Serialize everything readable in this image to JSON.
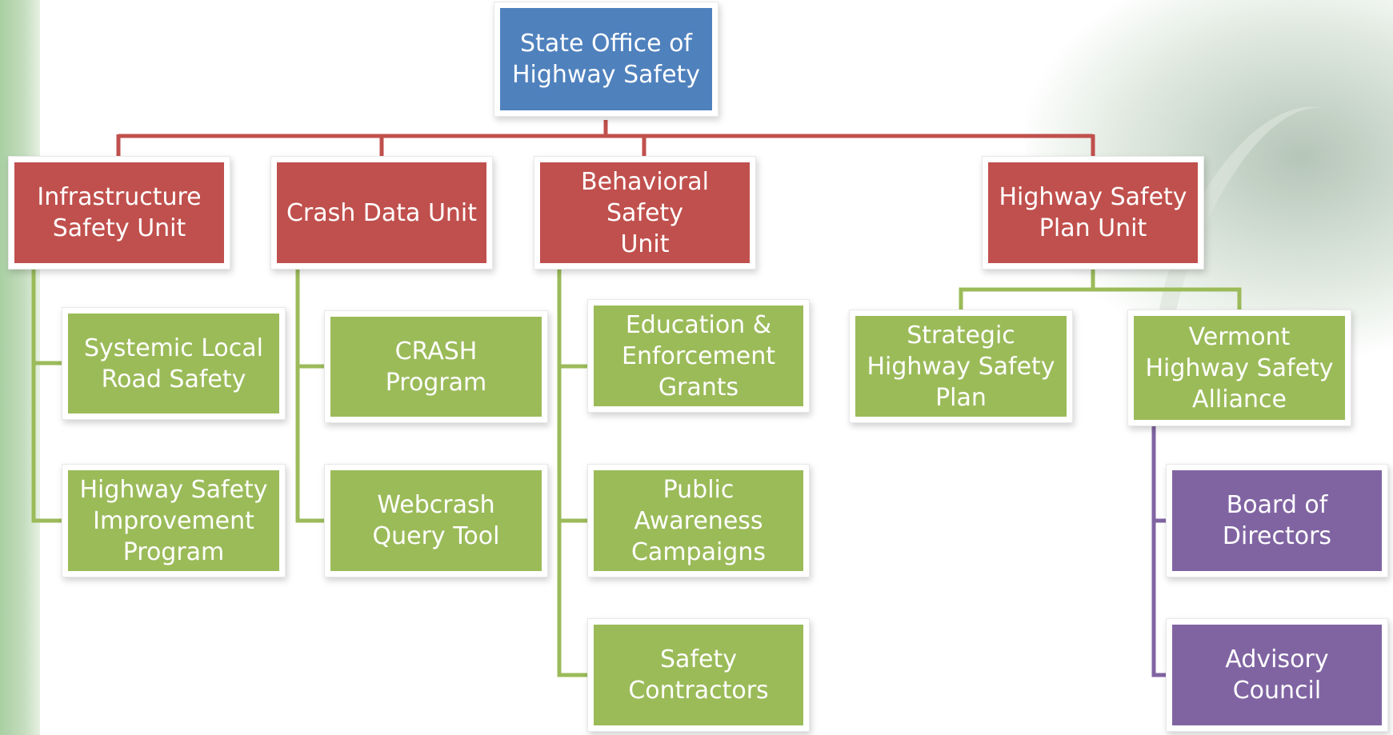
{
  "colors": {
    "top": "#4f81bd",
    "unit": "#c0504d",
    "program": "#9bbb59",
    "council": "#8064a2",
    "line_red": "#c0504d",
    "line_green": "#9bbb59",
    "line_purple": "#8064a2"
  },
  "org": {
    "root": "State Office of\nHighway Safety",
    "units": {
      "infrastructure": "Infrastructure\nSafety Unit",
      "crash_data": "Crash Data Unit",
      "behavioral": "Behavioral Safety\nUnit",
      "plan": "Highway Safety\nPlan Unit"
    },
    "infrastructure_items": [
      "Systemic Local\nRoad Safety",
      "Highway Safety\nImprovement\nProgram"
    ],
    "crash_items": [
      "CRASH\nProgram",
      "Webcrash\nQuery Tool"
    ],
    "behavioral_items": [
      "Education &\nEnforcement\nGrants",
      "Public Awareness\nCampaigns",
      "Safety\nContractors"
    ],
    "plan_items": [
      "Strategic\nHighway Safety\nPlan",
      "Vermont\nHighway Safety\nAlliance"
    ],
    "alliance_items": [
      "Board of\nDirectors",
      "Advisory\nCouncil"
    ]
  }
}
